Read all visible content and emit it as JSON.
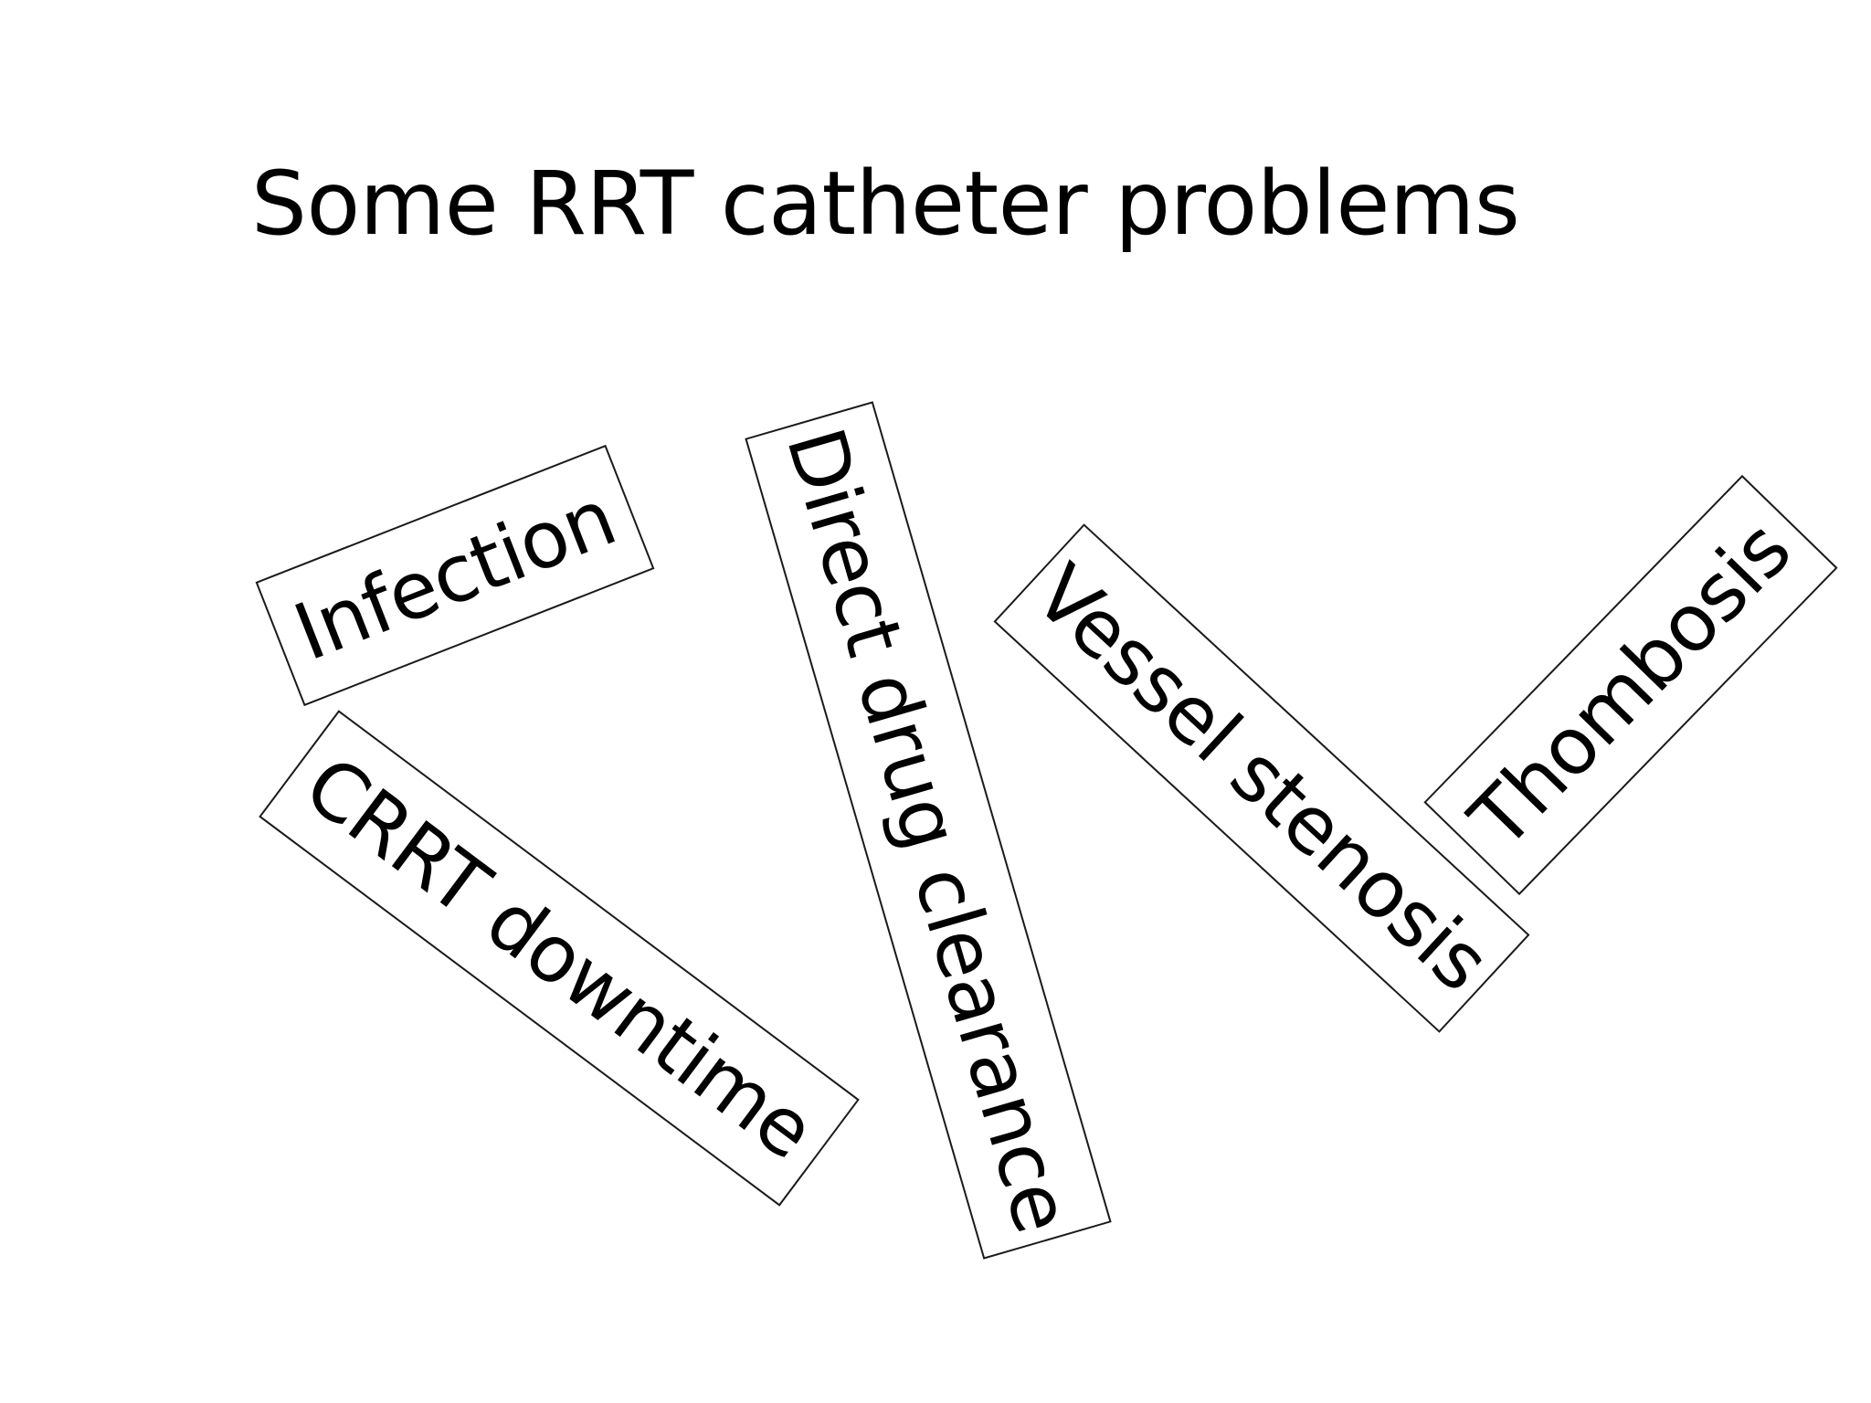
{
  "slide": {
    "background_color": "#ffffff",
    "title": "Some RRT catheter problems",
    "text_color": "#000000",
    "box_border_color": "#1a1a1a",
    "box_fill_color": "#ffffff",
    "labels": [
      {
        "id": "infection",
        "text": "Infection",
        "rotation_deg": -21.4
      },
      {
        "id": "crrt-downtime",
        "text": "CRRT downtime",
        "rotation_deg": 36.8
      },
      {
        "id": "direct-drug-clearance",
        "text": "Direct drug clearance",
        "rotation_deg": 73.8
      },
      {
        "id": "vessel-stenosis",
        "text": "Vessel stenosis",
        "rotation_deg": 42.7
      },
      {
        "id": "thombosis",
        "text": "Thombosis",
        "rotation_deg": -45.8
      }
    ]
  }
}
